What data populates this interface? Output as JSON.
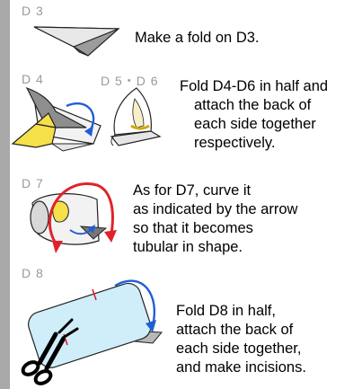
{
  "steps": [
    {
      "labels": [
        "D 3"
      ],
      "lines": [
        "Make a fold on D3."
      ]
    },
    {
      "labels": [
        "D 4",
        "D 5・D 6"
      ],
      "lines": [
        "Fold D4-D6 in half and",
        "attach the back of",
        "each side together",
        "respectively."
      ]
    },
    {
      "labels": [
        "D 7"
      ],
      "lines": [
        "As for D7, curve it",
        "as indicated by the arrow",
        "so that it becomes",
        "tubular in shape."
      ]
    },
    {
      "labels": [
        "D 8"
      ],
      "lines": [
        "Fold D8 in half,",
        "attach the back of",
        "each side together,",
        "and make incisions."
      ]
    }
  ],
  "colors": {
    "rail": "#a8a8a8",
    "label": "#9a9a9a",
    "arrow_blue": "#1f5fd6",
    "arrow_red": "#e0232a",
    "paper_yellow": "#f5e04a",
    "paper_light_blue": "#cfeefa"
  },
  "icons": [
    "scissors-icon",
    "curved-arrow-icon"
  ]
}
